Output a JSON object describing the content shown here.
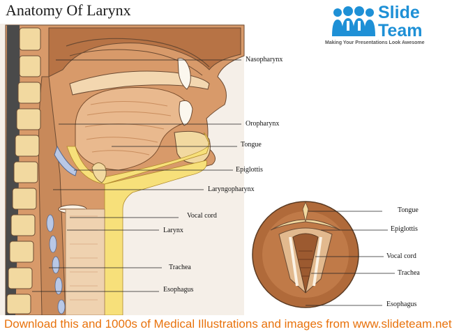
{
  "title": "Anatomy Of Larynx",
  "logo": {
    "brand_line1": "Slide",
    "brand_line2": "Team",
    "tagline": "Making Your Presentations Look Awesome"
  },
  "labels": {
    "nasopharynx": "Nasopharynx",
    "oropharynx": "Oropharynx",
    "tongue": "Tongue",
    "epiglottis": "Epiglottis",
    "laryngopharynx": "Laryngopharynx",
    "vocal_cord": "Vocal cord",
    "larynx": "Larynx",
    "trachea": "Trachea",
    "esophagus": "Esophagus"
  },
  "inset_labels": {
    "tongue": "Tongue",
    "epiglottis": "Epiglottis",
    "vocal_cord": "Vocal cord",
    "trachea": "Trachea",
    "esophagus": "Esophagus"
  },
  "banner_text": "Download this and 1000s of Medical Illustrations and images from www.slideteam.net",
  "colors": {
    "accent_orange": "#e8720c",
    "brand_blue": "#1e90d6",
    "tissue": "#c8895a",
    "muscle": "#e3b48a",
    "cartilage": "#f2d9a0",
    "airway_yellow": "#f7e07a"
  }
}
